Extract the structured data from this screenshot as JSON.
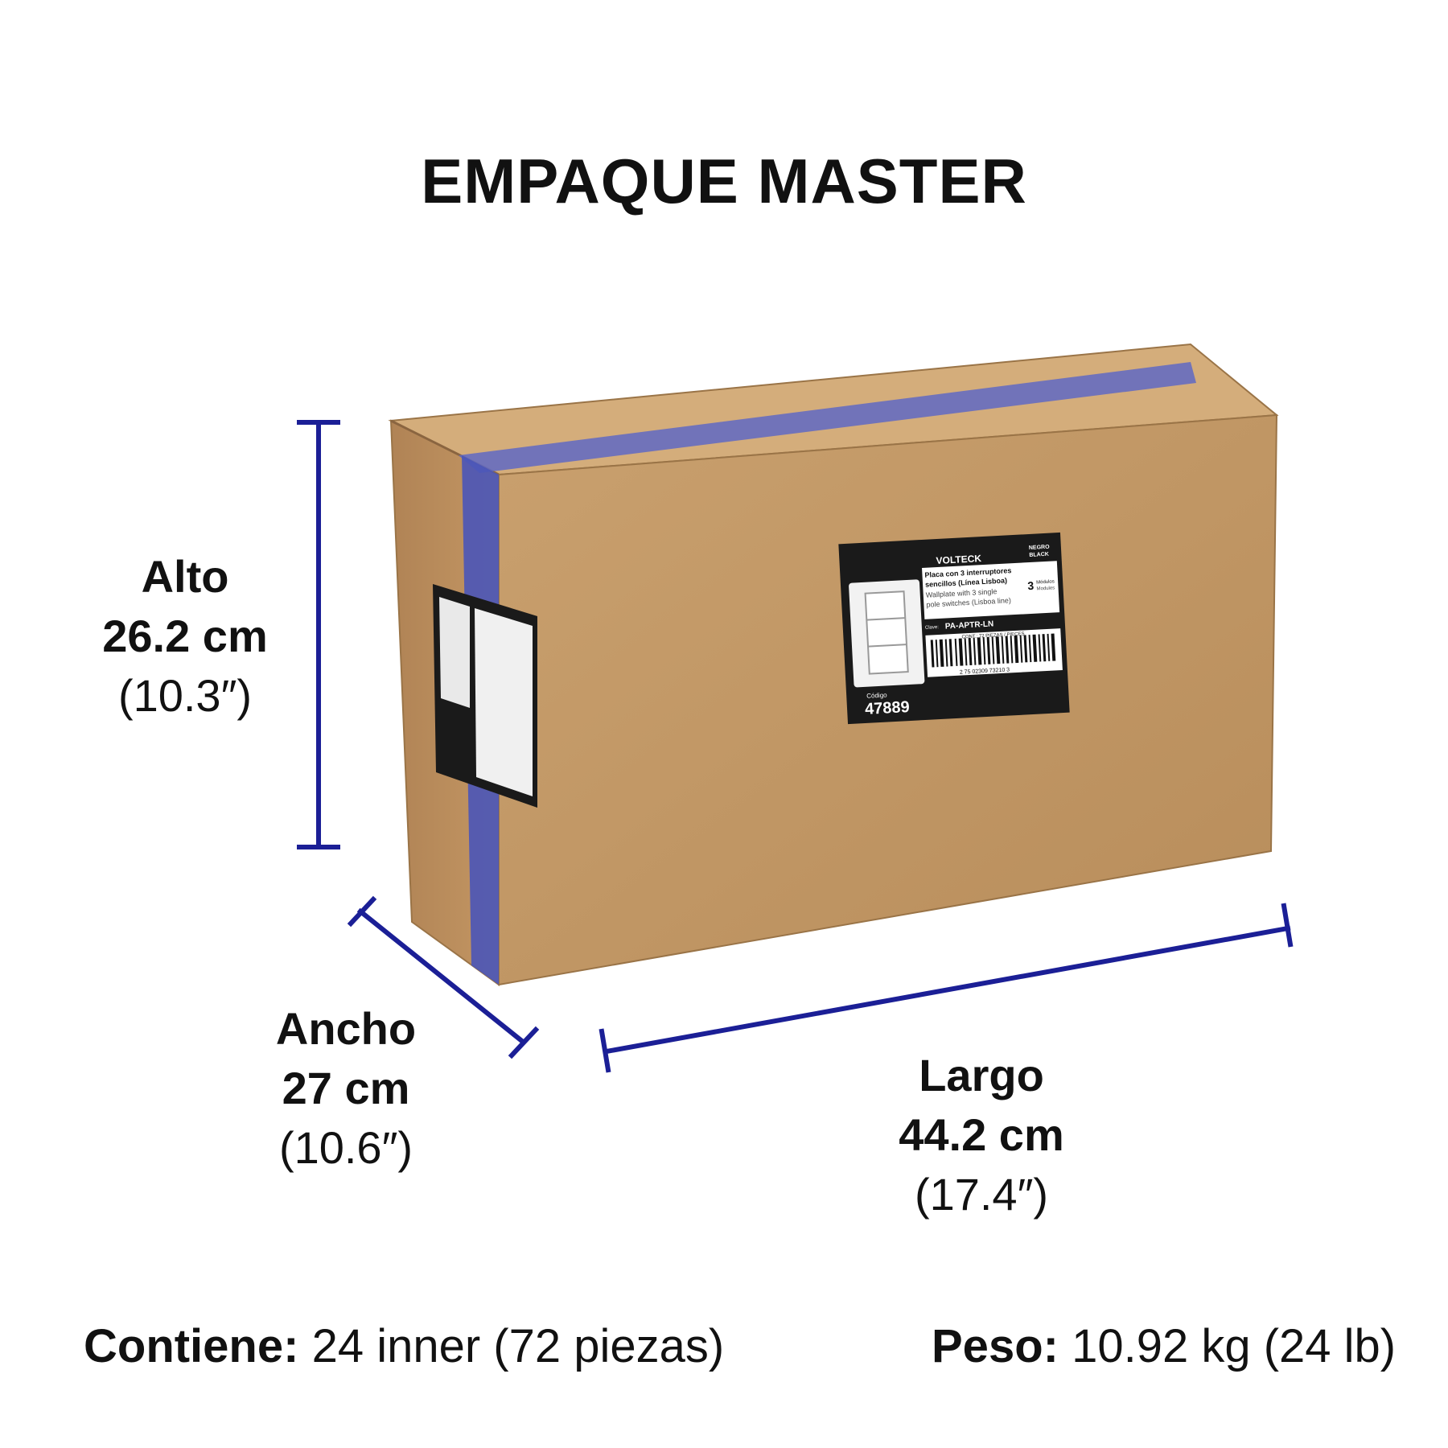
{
  "title": "EMPAQUE MASTER",
  "colors": {
    "dimension_line": "#1b1f96",
    "box": "#c49a68",
    "tape": "#4a55b8",
    "label": "#1a1a1a"
  },
  "dimensions": {
    "alto": {
      "label": "Alto",
      "metric": "26.2 cm",
      "imperial": "(10.3″)"
    },
    "ancho": {
      "label": "Ancho",
      "metric": "27 cm",
      "imperial": "(10.6″)"
    },
    "largo": {
      "label": "Largo",
      "metric": "44.2 cm",
      "imperial": "(17.4″)"
    }
  },
  "footer": {
    "contains_label": "Contiene:",
    "contains_value": "24 inner (72 piezas)",
    "weight_label": "Peso:",
    "weight_value": "10.92 kg (24 lb)"
  },
  "label": {
    "brand": "VOLTECK",
    "color_es": "NEGRO",
    "color_en": "BLACK",
    "line1": "Placa con 3 interruptores",
    "line2": "sencillos (Línea Lisboa)",
    "line3": "Wallplate with 3 single",
    "line4": "pole switches (Lisboa line)",
    "modules_count": "3",
    "modules_es": "Módulos",
    "modules_en": "Modules",
    "clave_label": "Clave:",
    "clave": "PA-APTR-LN",
    "cont": "CONT.: 72 PIEZAS / PIECES",
    "codigo_label": "Código",
    "codigo": "47889",
    "barcode_number": "2 75 02309 73210 3"
  }
}
